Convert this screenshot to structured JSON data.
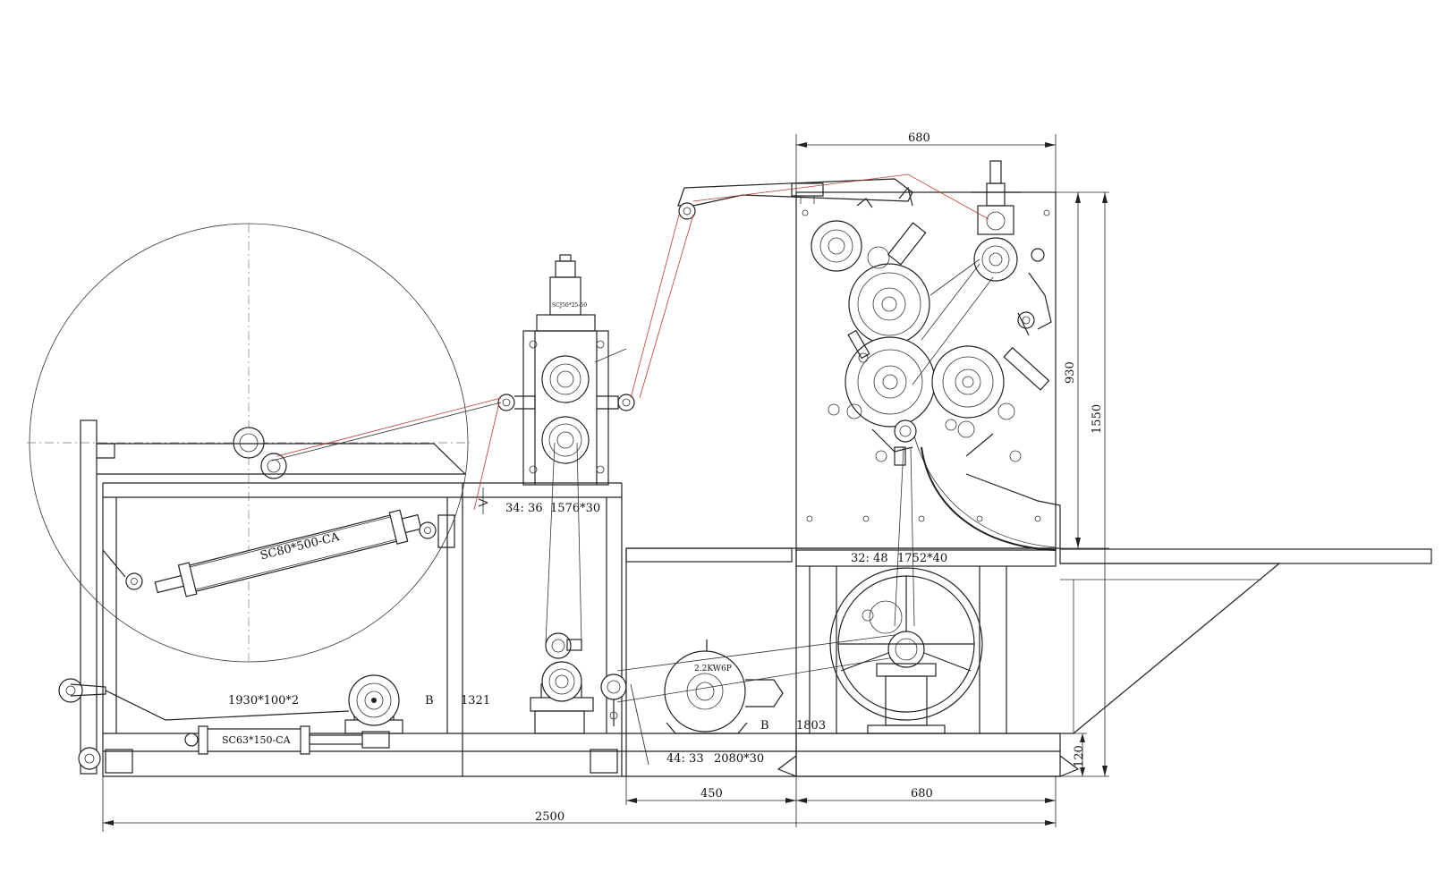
{
  "dimensions": {
    "top_width": "680",
    "right_height_upper": "930",
    "right_height_total": "1550",
    "base_height": "120",
    "middle_span": "450",
    "right_span": "680",
    "overall_length": "2500"
  },
  "labels": {
    "cylinder_upper": "SC80*500-CA",
    "cylinder_lower": "SC63*150-CA",
    "belt_left": "1930*100*2",
    "mark_b1": "B",
    "dim_1321": "1321",
    "ratio_middle": "34: 36",
    "belt_middle": "1576*30",
    "ratio_right": "32: 48",
    "belt_right": "1752*40",
    "motor": "2.2KW6P",
    "mark_b2": "B",
    "dim_1803": "1803",
    "ratio_bottom": "44: 33",
    "belt_bottom": "2080*30",
    "small_cylinder_tag": "SCJ50*25-50"
  }
}
